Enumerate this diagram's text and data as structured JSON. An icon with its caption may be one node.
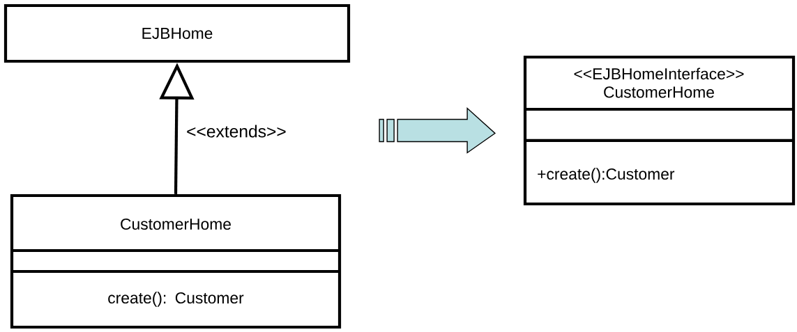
{
  "diagram": {
    "nodes": [
      {
        "text": [
          "EJBHome"
        ]
      },
      {
        "text": [
          "CustomerHome",
          "create(): Customer"
        ]
      },
      {
        "text": [
          "<<EJBHomeInterface>> CustomerHome",
          "+create():Customer"
        ]
      }
    ],
    "edges": [
      {
        "from": 1,
        "to": 0,
        "arrow": "to",
        "label": "<<extends>>"
      },
      {
        "from": 1,
        "to": 2,
        "arrow": "to",
        "color": "#b9e0e3"
      }
    ]
  }
}
